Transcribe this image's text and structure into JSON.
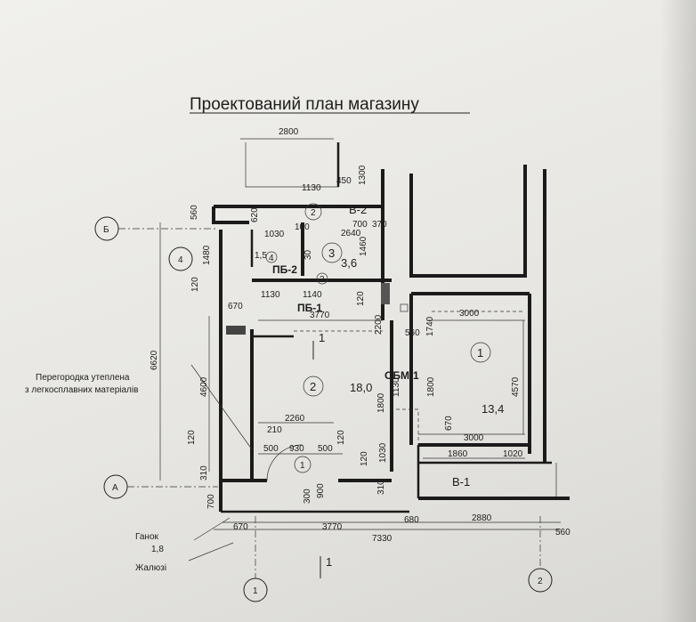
{
  "title": "Проектований план магазину",
  "axes": {
    "row_b": "Б",
    "row_a": "А",
    "col_1": "1",
    "col_2": "2",
    "col_4": "4"
  },
  "rooms": {
    "r1_num": "1",
    "r1_area": "13,4",
    "r2_num": "2",
    "r2_area": "18,0",
    "r3_num": "3",
    "r3_area": "3,6",
    "r4_num": "4",
    "r4_area": "1,5",
    "r2_top_num": "2",
    "r1_entry_num": "1",
    "r3_small_num": "3"
  },
  "labels": {
    "pb2": "ПБ-2",
    "pb1": "ПБ-1",
    "obm1": "ОБМ-1",
    "v2": "В-2",
    "v1": "В-1",
    "section_mark": "1",
    "section_mark_bottom": "1",
    "partition_line1": "Перегородка утеплена",
    "partition_line2": "з легкосплавних матеріалів",
    "porch_label": "Ганок",
    "porch_area": "1,8",
    "blinds_label": "Жалюзі"
  },
  "dims": {
    "d2800": "2800",
    "d1130_top": "1130",
    "d450": "450",
    "d1300": "1300",
    "d560_left": "560",
    "d620": "620",
    "d700": "700",
    "d370": "370",
    "d100": "100",
    "d2640": "2640",
    "d1030_top": "1030",
    "d1460": "1460",
    "d1480": "1480",
    "d30": "30",
    "d120_left": "120",
    "d1130_mid": "1130",
    "d1140": "1140",
    "d120_mid": "120",
    "d670_left": "670",
    "d3770_top": "3770",
    "d3000_top": "3000",
    "d2200": "2200",
    "d560_mid": "560",
    "d1740": "1740",
    "d6620": "6620",
    "d4600": "4600",
    "d4570": "4570",
    "d1130_v": "1130",
    "d1800_a": "1800",
    "d1800_b": "1800",
    "d670_right": "670",
    "d3000_bottom": "3000",
    "d2260": "2260",
    "d210": "210",
    "d120_b": "120",
    "d500_a": "500",
    "d930": "930",
    "d500_b": "500",
    "d120_c": "120",
    "d1030_b": "1030",
    "d120_d": "120",
    "d1860": "1860",
    "d1020": "1020",
    "d310_a": "310",
    "d300": "300",
    "d900": "900",
    "d310_b": "310",
    "d700_b": "700",
    "d670_bottom": "670",
    "d3770_bottom": "3770",
    "d680": "680",
    "d2880": "2880",
    "d560_bottom": "560",
    "d7330": "7330"
  }
}
